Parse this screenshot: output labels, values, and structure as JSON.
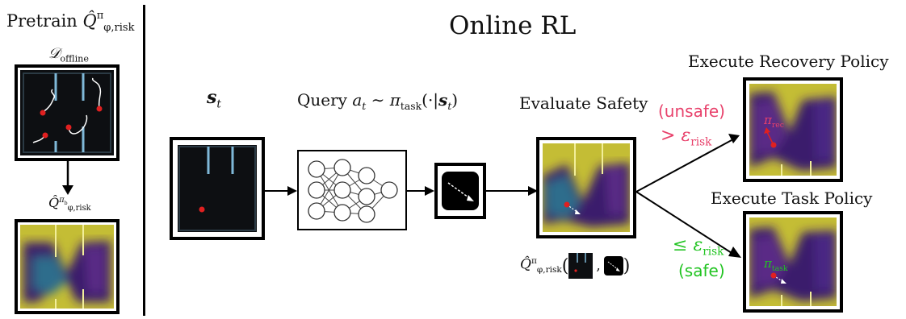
{
  "left": {
    "title_prefix": "Pretrain ",
    "q_symbol": "Q̂",
    "q_super": "π",
    "q_sub": "φ,risk",
    "dataset_symbol": "𝒟",
    "dataset_sub": "offline",
    "q_b_symbol": "Q̂",
    "q_b_super": "π",
    "q_b_super_sub": "b",
    "q_b_sub": "φ,risk"
  },
  "main": {
    "title": "Online RL",
    "state_symbol": "s",
    "state_sub": "t",
    "query_text": "Query",
    "query_action": "a",
    "query_action_sub": "t",
    "query_sim": "∼",
    "query_pi": "π",
    "query_pi_sub": "task",
    "query_args_open": "(·|",
    "query_args_s": "s",
    "query_args_s_sub": "t",
    "query_args_close": ")",
    "evaluate_label": "Evaluate Safety",
    "eval_q_symbol": "Q̂",
    "eval_q_super": "π",
    "eval_q_sub": "φ,risk",
    "eval_paren_open": "(",
    "eval_comma": ",",
    "eval_paren_close": ")",
    "recovery_title": "Execute Recovery Policy",
    "task_title": "Execute Task Policy",
    "unsafe_label": "(unsafe)",
    "unsafe_cond_op": ">",
    "unsafe_cond_eps": "ε",
    "unsafe_cond_sub": "risk",
    "safe_cond_op": "≤",
    "safe_cond_eps": "ε",
    "safe_cond_sub": "risk",
    "safe_label": "(safe)",
    "pi_rec": "π",
    "pi_rec_sub": "rec",
    "pi_task": "π",
    "pi_task_sub": "task"
  },
  "colors": {
    "unsafe": "#e8416b",
    "safe": "#22c422",
    "divider": "#000000",
    "heat_low": "#3b1f6e",
    "heat_mid": "#2f7f8a",
    "heat_high": "#d8d23a",
    "wall": "#7fb8d8"
  }
}
